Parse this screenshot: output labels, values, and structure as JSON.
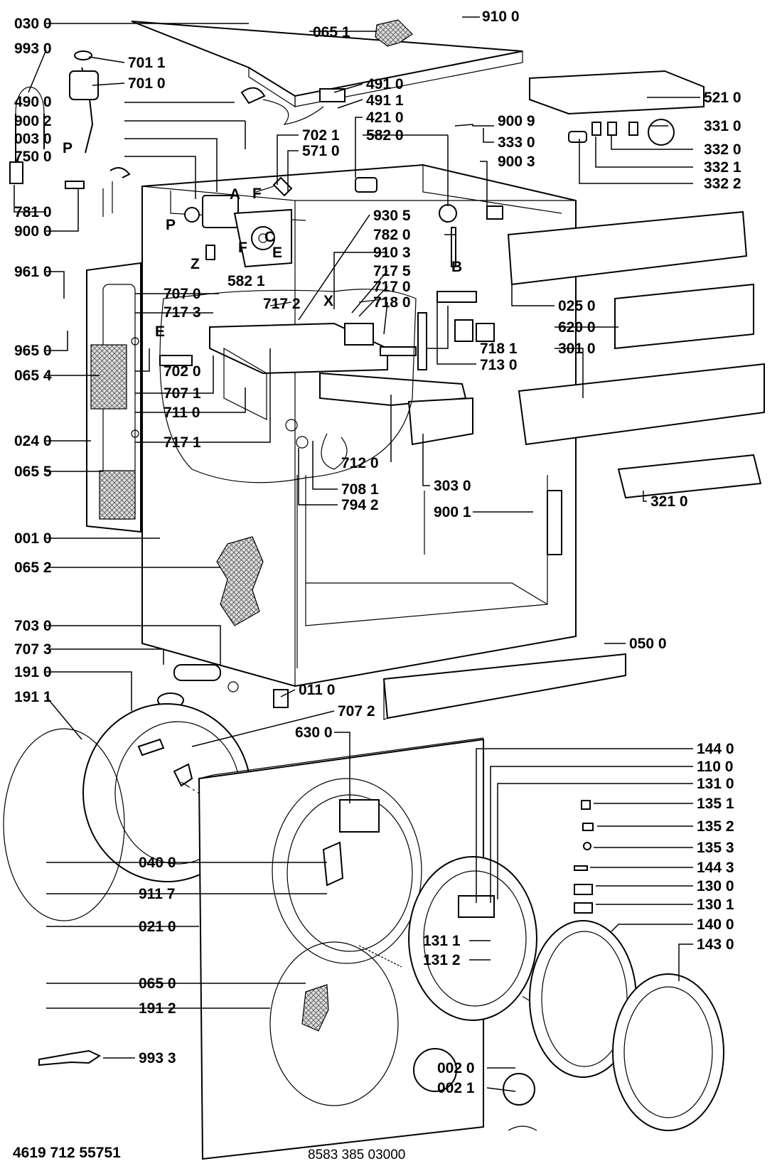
{
  "labels": {
    "L030_0": "030 0",
    "L993_0": "993 0",
    "L701_1": "701 1",
    "L701_0": "701 0",
    "L490_0": "490 0",
    "L900_2": "900 2",
    "L003_0": "003 0",
    "L750_0": "750 0",
    "L781_0": "781 0",
    "L900_0": "900 0",
    "L961_0": "961 0",
    "L707_0": "707 0",
    "L717_3": "717 3",
    "L717_2": "717 2",
    "L965_0": "965 0",
    "L065_4": "065 4",
    "L702_0": "702 0",
    "L707_1": "707 1",
    "L711_0": "711 0",
    "L024_0": "024 0",
    "L717_1": "717 1",
    "L065_5": "065 5",
    "L001_0": "001 0",
    "L065_2": "065 2",
    "L703_0": "703 0",
    "L707_3": "707 3",
    "L191_0": "191 0",
    "L191_1": "191 1",
    "L040_0": "040 0",
    "L911_7": "911 7",
    "L021_0": "021 0",
    "L065_0": "065 0",
    "L191_2": "191 2",
    "L993_3": "993 3",
    "L910_0": "910 0",
    "L065_1": "065 1",
    "L491_0": "491 0",
    "L491_1": "491 1",
    "L421_0": "421 0",
    "L582_0": "582 0",
    "L702_1": "702 1",
    "L571_0": "571 0",
    "L582_1": "582 1",
    "L930_5": "930 5",
    "L782_0": "782 0",
    "L910_3": "910 3",
    "L717_5": "717 5",
    "L717_0": "717 0",
    "L718_0": "718 0",
    "L708_1": "708 1",
    "L794_2": "794 2",
    "L712_0": "712 0",
    "L303_0": "303 0",
    "L900_1": "900 1",
    "L011_0": "011 0",
    "L707_2": "707 2",
    "L630_0": "630 0",
    "L131_1": "131 1",
    "L131_2": "131 2",
    "L718_1": "718 1",
    "L713_0": "713 0",
    "L521_0": "521 0",
    "L900_9": "900 9",
    "L333_0": "333 0",
    "L331_0": "331 0",
    "L332_0": "332 0",
    "L332_1": "332 1",
    "L900_3": "900 3",
    "L332_2": "332 2",
    "L025_0": "025 0",
    "L620_0": "620 0",
    "L301_0": "301 0",
    "L321_0": "321 0",
    "L050_0": "050 0",
    "L144_0": "144 0",
    "L110_0": "110 0",
    "L131_0": "131 0",
    "L135_1": "135 1",
    "L135_2": "135 2",
    "L135_3": "135 3",
    "L144_3": "144 3",
    "L130_0": "130 0",
    "L130_1": "130 1",
    "L140_0": "140 0",
    "L143_0": "143 0",
    "L002_0": "002 0",
    "L002_1": "002 1"
  },
  "letters": {
    "P1": "P",
    "P2": "P",
    "A": "A",
    "Z": "Z",
    "F1": "F",
    "F2": "F",
    "C": "C",
    "E1": "E",
    "E2": "E",
    "B": "B",
    "X": "X"
  },
  "footer": {
    "left": "4619 712 55751",
    "center": "8583 385 03000"
  }
}
